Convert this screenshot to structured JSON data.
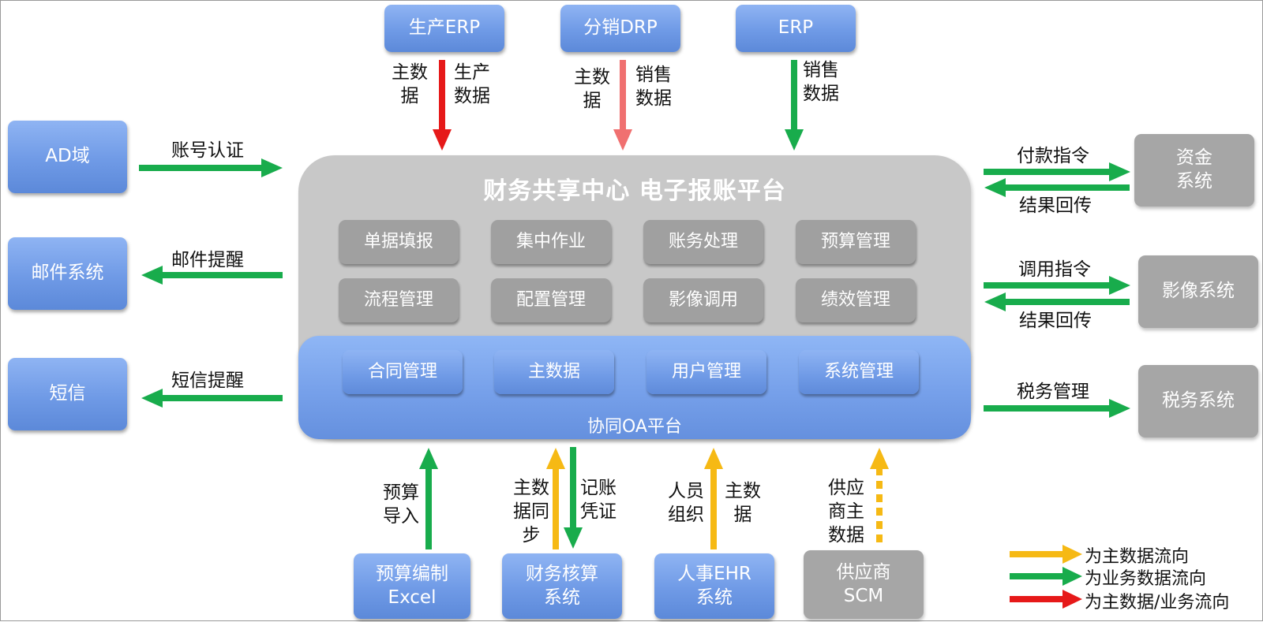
{
  "platform": {
    "title": "财务共享中心 电子报账平台",
    "modules": [
      "单据填报",
      "集中作业",
      "账务处理",
      "预算管理",
      "流程管理",
      "配置管理",
      "影像调用",
      "绩效管理"
    ],
    "oa_modules": [
      "合同管理",
      "主数据",
      "用户管理",
      "系统管理"
    ],
    "oa_title": "协同OA平台"
  },
  "top_systems": {
    "erp_production": "生产ERP",
    "drp_distribution": "分销DRP",
    "erp": "ERP"
  },
  "top_labels": {
    "erp_production_master": "主数\n据",
    "erp_production_data": "生产\n数据",
    "drp_master": "主数\n据",
    "drp_sales": "销售\n数据",
    "erp_sales": "销售\n数据"
  },
  "left_systems": {
    "ad": "AD域",
    "mail": "邮件系统",
    "sms": "短信"
  },
  "left_labels": {
    "ad": "账号认证",
    "mail": "邮件提醒",
    "sms": "短信提醒"
  },
  "right_systems": {
    "fund": "资金\n系统",
    "image": "影像系统",
    "tax": "税务系统"
  },
  "right_labels": {
    "fund_cmd": "付款指令",
    "fund_result": "结果回传",
    "image_cmd": "调用指令",
    "image_result": "结果回传",
    "tax": "税务管理"
  },
  "bottom_systems": {
    "budget": "预算编制\nExcel",
    "accounting": "财务核算\n系统",
    "hr": "人事EHR\n系统",
    "scm": "供应商\nSCM"
  },
  "bottom_labels": {
    "budget": "预算\n导入",
    "accounting_master": "主数\n据同\n步",
    "accounting_voucher": "记账\n凭证",
    "hr_org": "人员\n组织",
    "hr_master": "主数\n据",
    "scm": "供应\n商主\n数据"
  },
  "legend": [
    {
      "text": "为主数据流向",
      "color": "#f6b914"
    },
    {
      "text": "为业务数据流向",
      "color": "#18ac4c"
    },
    {
      "text": "为主数据/业务流向",
      "color": "#e61919"
    }
  ],
  "colors": {
    "green": "#18ac4c",
    "orange": "#f6b914",
    "red": "#e61919",
    "pink": "#f07070",
    "blue_box": "#6f9ae6",
    "gray_box": "#a6a6a6"
  }
}
